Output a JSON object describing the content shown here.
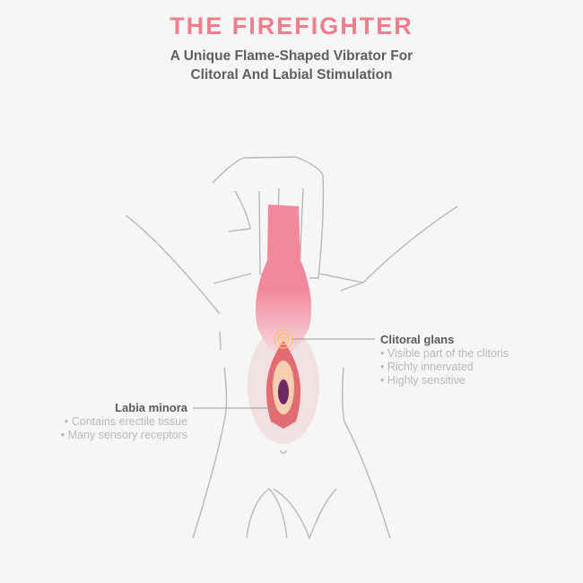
{
  "title": "THE FIREFIGHTER",
  "subtitle": [
    "A Unique Flame-Shaped Vibrator For",
    "Clitoral And Labial Stimulation"
  ],
  "callouts": {
    "clitoral_glans": {
      "heading": "Clitoral glans",
      "bullets": [
        "• Visible part of the clitoris",
        "• Richly innervated",
        "• Highly sensitive"
      ]
    },
    "labia_minora": {
      "heading": "Labia minora",
      "bullets": [
        "• Contains erectile tissue",
        "• Many sensory receptors"
      ]
    }
  },
  "colors": {
    "accent": "#f07f8e",
    "device": "#f2899a",
    "outline": "#b8b8b8",
    "glans_ring": "#f5c56a"
  }
}
